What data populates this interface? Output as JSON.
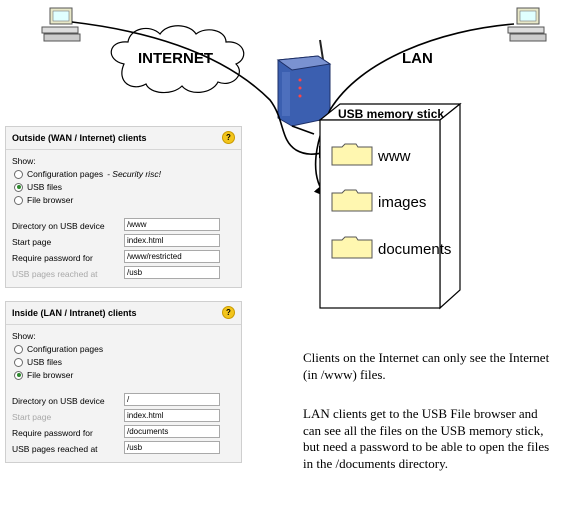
{
  "diagram": {
    "internet_label": "INTERNET",
    "lan_label": "LAN",
    "usb_box_title": "USB memory stick",
    "folders": [
      {
        "name": "www"
      },
      {
        "name": "images"
      },
      {
        "name": "documents"
      }
    ]
  },
  "wan_panel": {
    "title": "Outside (WAN / Internet) clients",
    "help_symbol": "?",
    "show_label": "Show:",
    "options": [
      {
        "label": "Configuration pages",
        "suffix": " - Security risc!",
        "selected": false
      },
      {
        "label": "USB files",
        "suffix": "",
        "selected": true
      },
      {
        "label": "File browser",
        "suffix": "",
        "selected": false
      }
    ],
    "fields": [
      {
        "label": "Directory on USB device",
        "value": "/www",
        "dim": false
      },
      {
        "label": "Start page",
        "value": "index.html",
        "dim": false
      },
      {
        "label": "Require password for",
        "value": "/www/restricted",
        "dim": false
      },
      {
        "label": "USB pages reached at",
        "value": "/usb",
        "dim": true
      }
    ]
  },
  "lan_panel": {
    "title": "Inside (LAN / Intranet) clients",
    "help_symbol": "?",
    "show_label": "Show:",
    "options": [
      {
        "label": "Configuration pages",
        "suffix": "",
        "selected": false
      },
      {
        "label": "USB files",
        "suffix": "",
        "selected": false
      },
      {
        "label": "File browser",
        "suffix": "",
        "selected": true
      }
    ],
    "fields": [
      {
        "label": "Directory on USB device",
        "value": "/",
        "dim": false
      },
      {
        "label": "Start page",
        "value": "index.html",
        "dim": true
      },
      {
        "label": "Require password for",
        "value": "/documents",
        "dim": false
      },
      {
        "label": "USB pages reached at",
        "value": "/usb",
        "dim": false
      }
    ]
  },
  "notes": {
    "paragraph1": "Clients on the Internet can only see the Internet (in /www) files.",
    "paragraph2": "LAN clients get to the USB File browser and can see all the files on the USB memory stick, but need a password to be able to open the files in the /documents directory."
  },
  "colors": {
    "router_blue": "#3b5fb0",
    "folder_fill": "#fff7b0",
    "panel_bg": "#f3f3f3",
    "help_yellow": "#f3c51b",
    "radio_selected": "#2f8a2f"
  }
}
